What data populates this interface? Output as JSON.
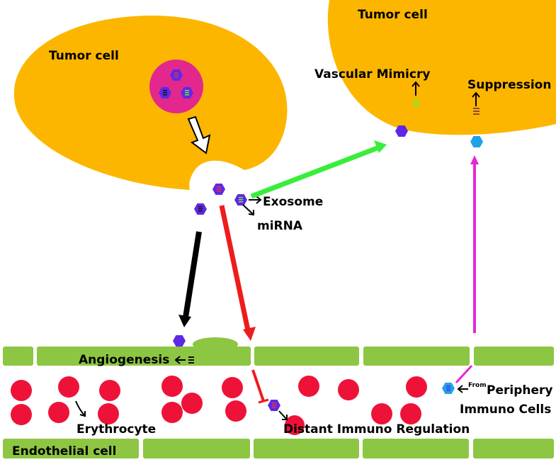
{
  "labels": {
    "tumor_cell_left": "Tumor cell",
    "tumor_cell_right": "Tumor cell",
    "vascular_mimicry": "Vascular Mimicry",
    "suppression": "Suppression",
    "exosome": "Exosome",
    "mirna": "miRNA",
    "angiogenesis": "Angiogenesis",
    "from": "From",
    "periphery": "Periphery",
    "immuno_cells": "Immuno Cells",
    "erythrocyte": "Erythrocyte",
    "distant_immuno_regulation": "Distant Immuno Regulation",
    "endothelial_cell": "Endothelial cell"
  },
  "colors": {
    "tumor_cell": "#FDB600",
    "endothelial": "#8DC642",
    "erythrocyte": "#EF1238",
    "mvb": "#E2288C",
    "exosome_purple": "#5E28E6",
    "exosome_blue": "#1FA3E6",
    "arrow_green": "#38EE3A",
    "arrow_black": "#000000",
    "arrow_red": "#EE1C1C",
    "arrow_magenta": "#E327D9",
    "mirna_green": "#7BEE24",
    "mirna_red": "#E8382A",
    "mirna_brown": "#8C4A3A"
  },
  "icons": [
    "block-arrow-down-icon",
    "up-arrow-icon",
    "left-arrow-icon",
    "inhibition-bar-icon"
  ]
}
